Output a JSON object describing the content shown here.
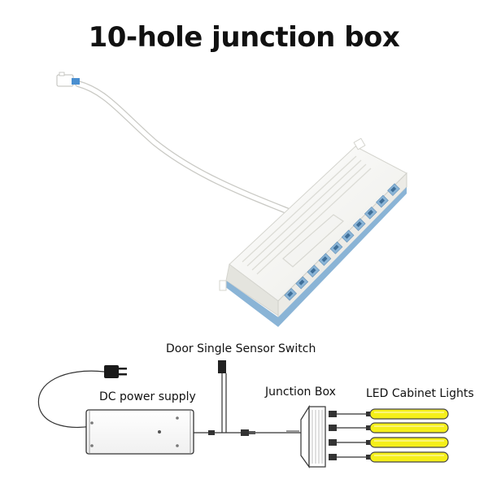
{
  "title": "10-hole junction box",
  "product": {
    "name": "junction-box",
    "holes": 10,
    "body_color": "#f7f7f4",
    "port_color": "#8ab4d6",
    "cable_color": "#ffffff"
  },
  "wiring": {
    "labels": {
      "sensor_switch": "Door Single Sensor Switch",
      "power_supply": "DC power supply",
      "junction_box": "Junction Box",
      "cabinet_lights": "LED Cabinet Lights"
    },
    "light_count": 4,
    "light_color": "#f5ef1a"
  }
}
